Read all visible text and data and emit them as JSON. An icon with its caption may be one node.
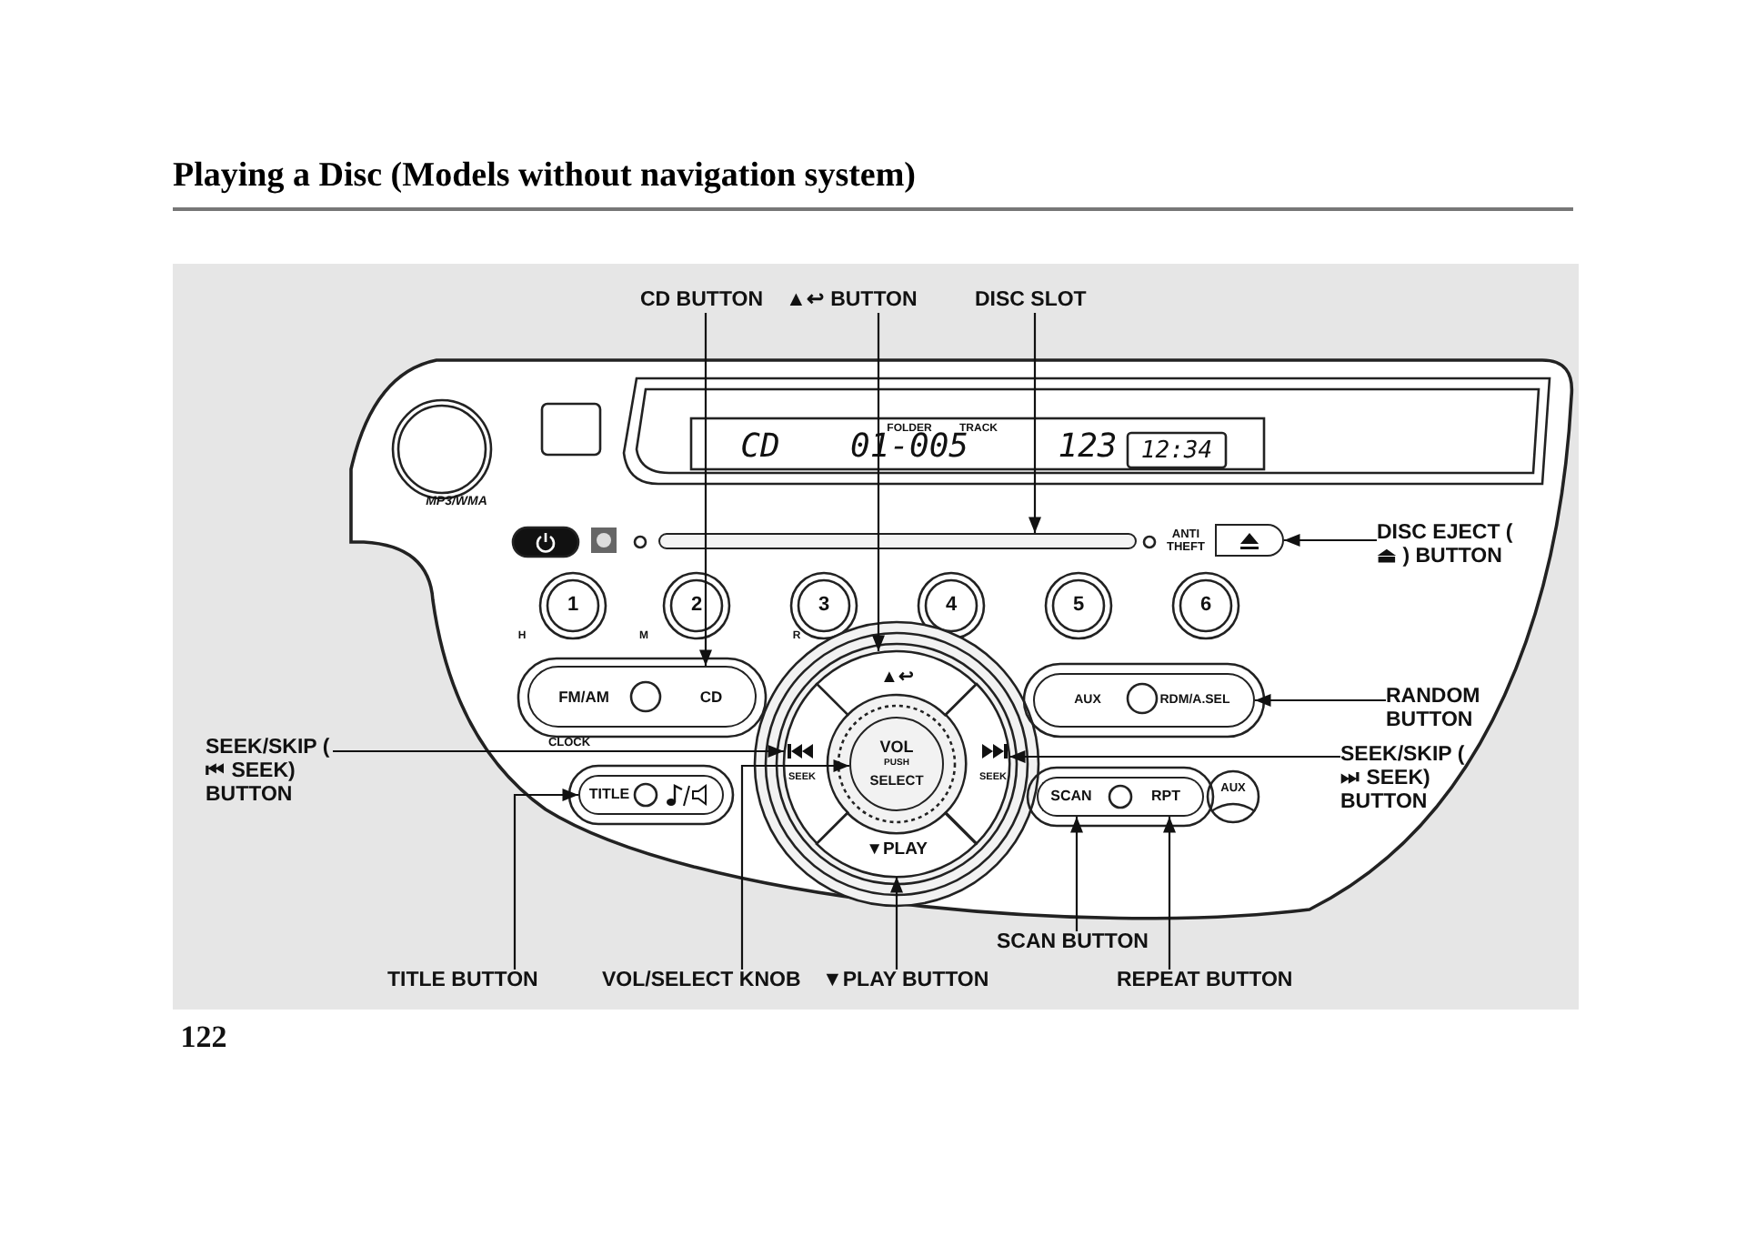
{
  "diagram": {
    "title": "Playing a Disc (Models without navigation system)",
    "nodes": [
      {
        "text": [
          "CD BUTTON"
        ]
      },
      {
        "text": [
          "▲↩ BUTTON"
        ]
      },
      {
        "text": [
          "DISC SLOT"
        ]
      },
      {
        "text": [
          "DISC EJECT ( ⏏ ) BUTTON"
        ]
      },
      {
        "text": [
          "RANDOM BUTTON"
        ]
      },
      {
        "text": [
          "SEEK/SKIP ( ⏮ SEEK) BUTTON"
        ]
      },
      {
        "text": [
          "SEEK/SKIP ( ⏭ SEEK) BUTTON"
        ]
      },
      {
        "text": [
          "SCAN BUTTON"
        ]
      },
      {
        "text": [
          "TITLE BUTTON"
        ]
      },
      {
        "text": [
          "VOL/SELECT KNOB"
        ]
      },
      {
        "text": [
          "▼PLAY BUTTON"
        ]
      },
      {
        "text": [
          "REPEAT BUTTON"
        ]
      },
      {
        "text": [],
        "shape": "bar"
      },
      {
        "text": [],
        "shape": "box"
      },
      {
        "text": [],
        "shape": "sector"
      },
      {
        "text": [],
        "shape": "box"
      },
      {
        "text": [],
        "shape": "box"
      },
      {
        "text": [],
        "shape": "sector"
      },
      {
        "text": [],
        "shape": "circle"
      },
      {
        "text": [],
        "shape": "sector"
      },
      {
        "text": [],
        "shape": "box"
      },
      {
        "text": [],
        "shape": "box"
      },
      {
        "text": [],
        "shape": "box"
      },
      {
        "text": [],
        "shape": "sector"
      }
    ],
    "edges": [
      {
        "from": 0,
        "to": 15,
        "arrow": "to"
      },
      {
        "from": 1,
        "to": 14,
        "arrow": "to"
      },
      {
        "from": 2,
        "to": 12,
        "arrow": "to"
      },
      {
        "from": 3,
        "to": 13,
        "arrow": "to"
      },
      {
        "from": 4,
        "to": 16,
        "arrow": "to"
      },
      {
        "from": 5,
        "to": 17,
        "arrow": "to"
      },
      {
        "from": 6,
        "to": 19,
        "arrow": "to"
      },
      {
        "from": 7,
        "to": 21,
        "arrow": "to"
      },
      {
        "from": 8,
        "to": 20,
        "arrow": "to"
      },
      {
        "from": 9,
        "to": 18,
        "arrow": "to"
      },
      {
        "from": 10,
        "to": 23,
        "arrow": "to"
      },
      {
        "from": 11,
        "to": 22,
        "arrow": "to"
      }
    ],
    "labels": [
      "FOLDER",
      "TRACK",
      "CD",
      "01-005",
      "123",
      "12:34",
      "MP3/WMA",
      "ANTI THEFT",
      "1",
      "2",
      "3",
      "4",
      "5",
      "6",
      "H",
      "M",
      "R",
      "▲↩",
      "FM/AM",
      "CD",
      "AUX",
      "RDM/A.SEL",
      "CLOCK",
      "SEEK",
      "VOL",
      "PUSH",
      "SELECT",
      "SEEK",
      "TITLE",
      "SCAN",
      "RPT",
      "AUX",
      "▼PLAY",
      "122"
    ]
  }
}
